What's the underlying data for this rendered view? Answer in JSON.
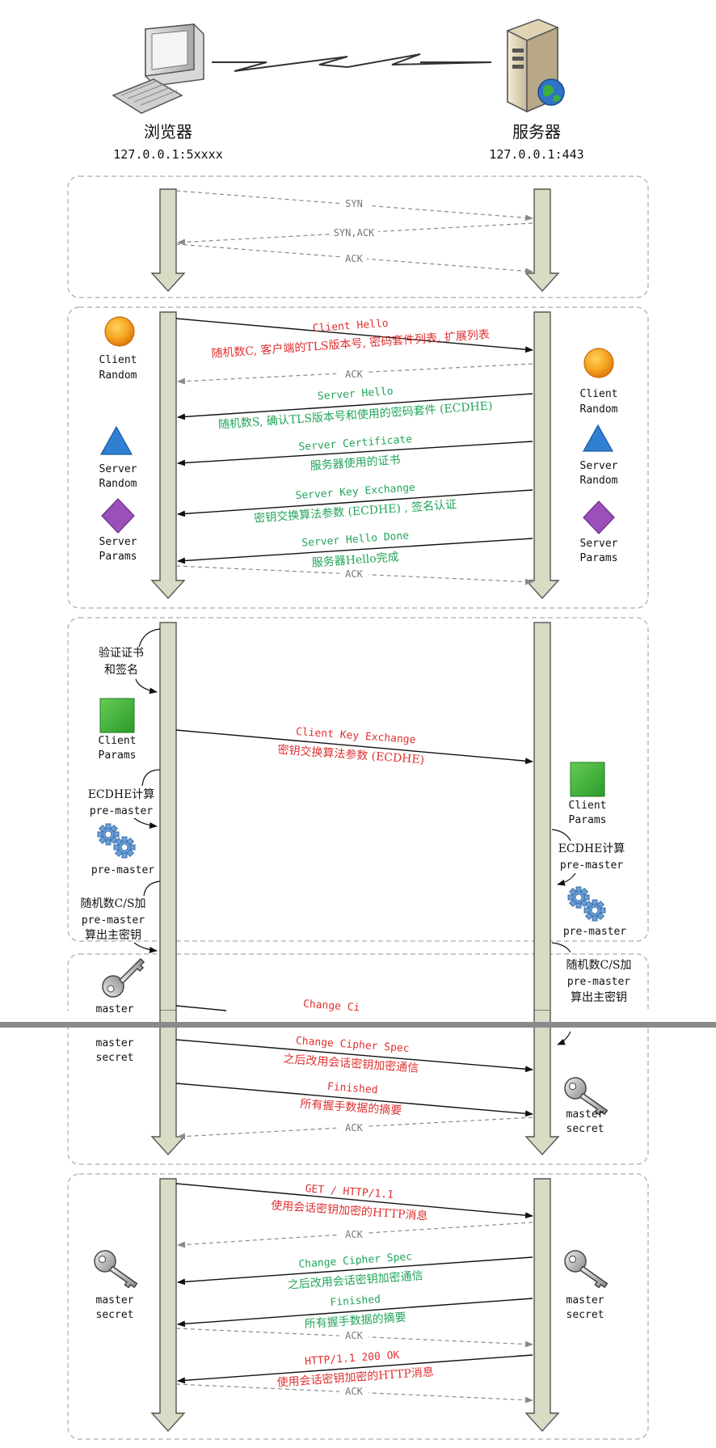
{
  "colors": {
    "red": "#e03030",
    "green": "#22a55a",
    "gray": "#8a8a8a",
    "black": "#111111",
    "lifeline_fill": "#d8dcc4",
    "lifeline_stroke": "#555555",
    "separator": "#888888"
  },
  "header": {
    "browser_name": "浏览器",
    "browser_addr": "127.0.0.1:5xxxx",
    "server_name": "服务器",
    "server_addr": "127.0.0.1:443",
    "browser_icon": "desktop-computer-icon",
    "server_icon": "server-globe-icon",
    "link_icon": "lightning-link-icon"
  },
  "tcp": {
    "syn": "SYN",
    "synack": "SYN,ACK",
    "ack": "ACK"
  },
  "hello": {
    "client_hello": "Client Hello",
    "client_hello_desc": "随机数C, 客户端的TLS版本号, 密码套件列表, 扩展列表",
    "ack": "ACK",
    "server_hello": "Server Hello",
    "server_hello_desc": "随机数S, 确认TLS版本号和使用的密码套件 (ECDHE)",
    "server_cert": "Server Certificate",
    "server_cert_desc": "服务器使用的证书",
    "server_kex": "Server Key Exchange",
    "server_kex_desc": "密钥交换算法参数 (ECDHE) , 签名认证",
    "server_hello_done": "Server Hello Done",
    "server_hello_done_desc": "服务器Hello完成",
    "ack2": "ACK",
    "left_client_random": [
      "Client",
      "Random"
    ],
    "left_server_random": [
      "Server",
      "Random"
    ],
    "left_server_params": [
      "Server",
      "Params"
    ],
    "right_client_random": [
      "Client",
      "Random"
    ],
    "right_server_random": [
      "Server",
      "Random"
    ],
    "right_server_params": [
      "Server",
      "Params"
    ]
  },
  "keyex": {
    "verify_cert": [
      "验证证书",
      "和签名"
    ],
    "client_params_left": [
      "Client",
      "Params"
    ],
    "client_kex": "Client Key Exchange",
    "client_kex_desc": "密钥交换算法参数 (ECDHE)",
    "ecdhe_left": [
      "ECDHE计算",
      "pre-master"
    ],
    "premaster_left": "pre-master",
    "randcs_left": [
      "随机数C/S加",
      "pre-master",
      "算出主密钥"
    ],
    "master_left_top": "master",
    "change_cipher_top": "Change Ci",
    "client_params_right": [
      "Client",
      "Params"
    ],
    "ecdhe_right": [
      "ECDHE计算",
      "pre-master"
    ],
    "premaster_right": "pre-master",
    "randcs_right": [
      "随机数C/S加",
      "pre-master",
      "算出主密钥"
    ],
    "master_left_bottom": [
      "master",
      "secret"
    ],
    "change_cipher": "Change Cipher Spec",
    "change_cipher_desc": "之后改用会话密钥加密通信",
    "finished": "Finished",
    "finished_desc": "所有握手数据的摘要",
    "ack": "ACK",
    "master_right": [
      "master",
      "secret"
    ]
  },
  "app": {
    "get": "GET / HTTP/1.1",
    "get_desc": "使用会话密钥加密的HTTP消息",
    "ack1": "ACK",
    "master_left": [
      "master",
      "secret"
    ],
    "master_right": [
      "master",
      "secret"
    ],
    "change_cipher": "Change Cipher Spec",
    "change_cipher_desc": "之后改用会话密钥加密通信",
    "finished": "Finished",
    "finished_desc": "所有握手数据的摘要",
    "ack2": "ACK",
    "http_ok": "HTTP/1.1 200 OK",
    "http_ok_desc": "使用会话密钥加密的HTTP消息",
    "ack3": "ACK"
  }
}
